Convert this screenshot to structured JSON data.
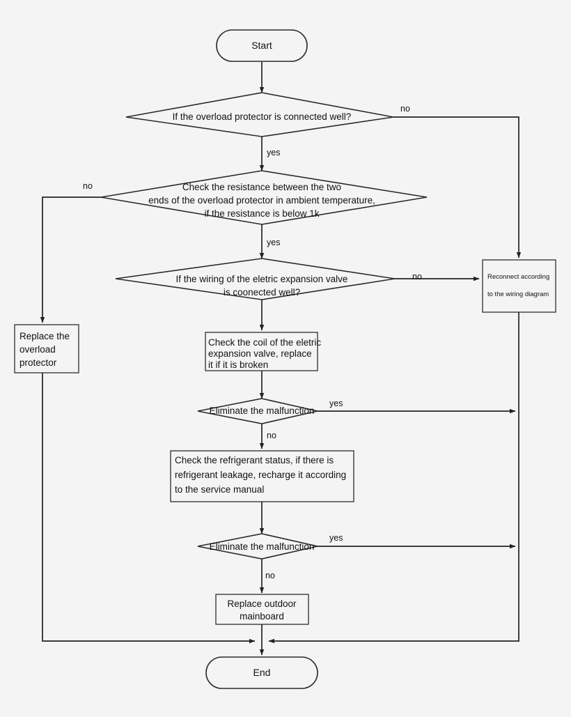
{
  "diagram": {
    "type": "flowchart",
    "title": "Overload protector / electric expansion valve troubleshooting flowchart",
    "background_color": "#f4f4f4",
    "shape_fill": "#ffffff",
    "line_color": "#222222"
  },
  "nodes": {
    "start": {
      "label": "Start",
      "shape": "terminator"
    },
    "d1": {
      "label": "If the overload protector is connected well?",
      "shape": "decision"
    },
    "d2_line1": "Check the resistance between the two",
    "d2_line2": "ends of the overload protector in ambient temperature,",
    "d2_line3": "if the resistance is below 1k",
    "d3_line1": "If the wiring of the eletric expansion valve",
    "d3_line2": "is coonected well?",
    "reconnect_line1": "Reconnect according",
    "reconnect_line2": "to the wiring diagram",
    "replace_protector_line1": "Replace the",
    "replace_protector_line2": "overload",
    "replace_protector_line3": "protector",
    "check_coil_line1": "Check the coil of the eletric",
    "check_coil_line2": "expansion valve, replace",
    "check_coil_line3": "it if it is broken",
    "eliminate1": {
      "label": "Eliminate the malfunction",
      "shape": "decision"
    },
    "refrigerant_line1": "Check the refrigerant status, if there is",
    "refrigerant_line2": "refrigerant leakage, recharge it according",
    "refrigerant_line3": "to the service manual",
    "eliminate2": {
      "label": "Eliminate the malfunction",
      "shape": "decision"
    },
    "replace_mainboard_line1": "Replace outdoor",
    "replace_mainboard_line2": "mainboard",
    "end": {
      "label": "End",
      "shape": "terminator"
    }
  },
  "edge_labels": {
    "d1_no": "no",
    "d1_yes": "yes",
    "d2_no": "no",
    "d2_yes": "yes",
    "d3_no": "no",
    "elim1_yes": "yes",
    "elim1_no": "no",
    "elim2_yes": "yes",
    "elim2_no": "no"
  }
}
